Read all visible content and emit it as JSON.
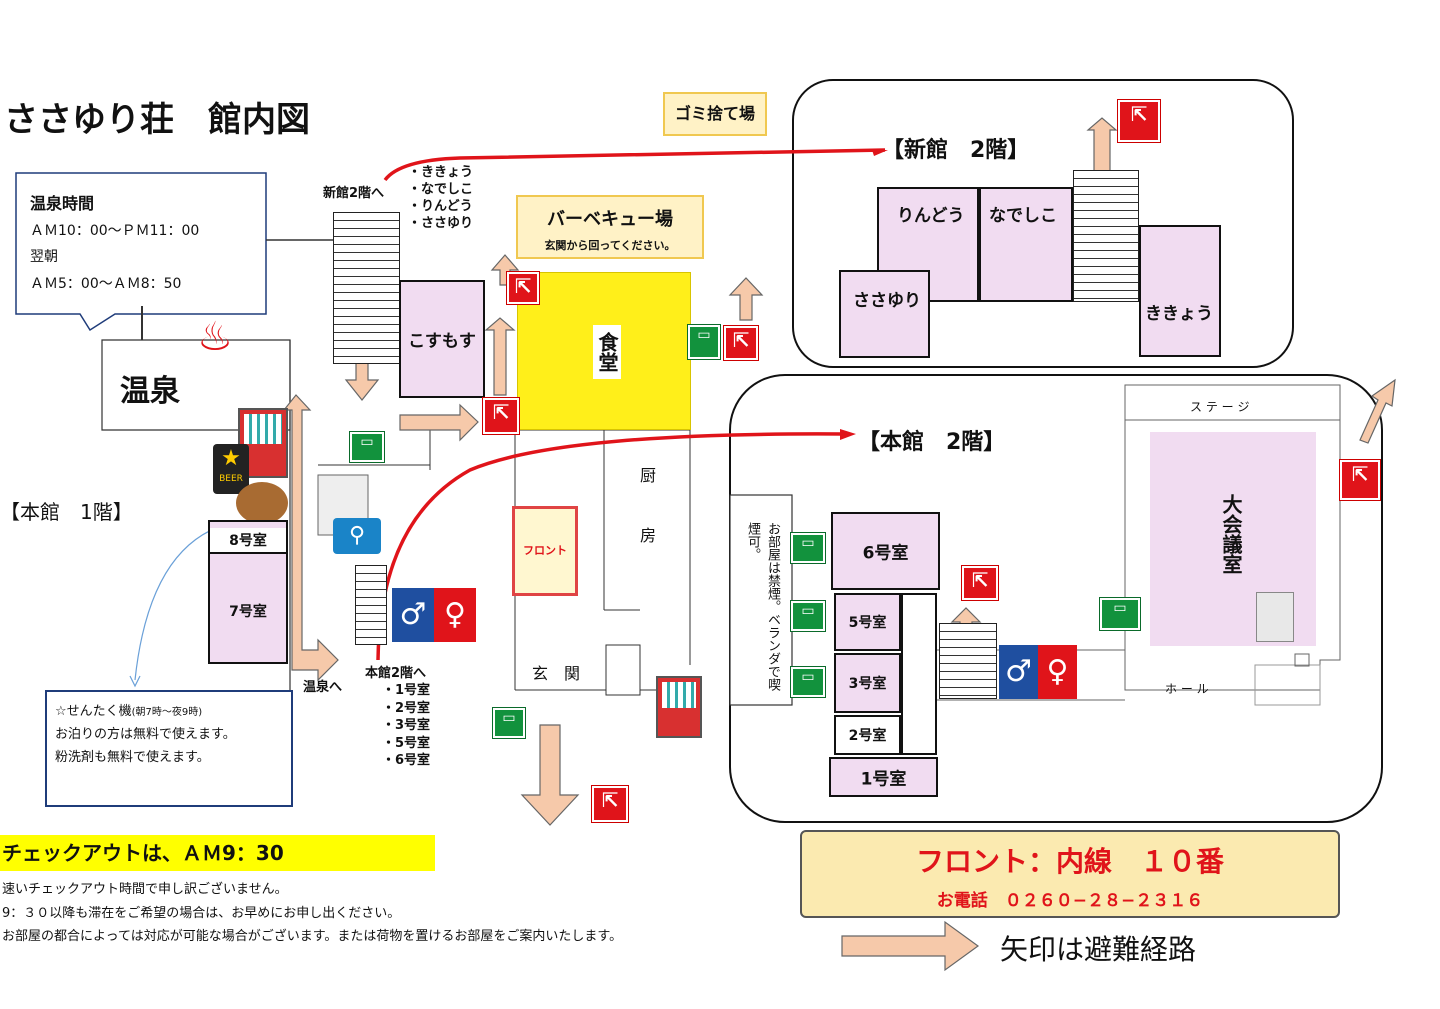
{
  "title": "ささゆり荘　館内図",
  "garbage": "ゴミ捨て場",
  "hot_spring_info": {
    "heading": "温泉時間",
    "line1": "ＡＭ10：00〜ＰＭ11：00",
    "line2": "翌朝",
    "line3": "ＡＭ5：00〜ＡＭ8：50"
  },
  "floor1": {
    "label": "【本館　1階】",
    "onsen": "温泉",
    "onsen_to": "温泉へ",
    "kosumosu": "こすもす",
    "shokudo": "食堂",
    "front": "フロント",
    "kitchen1": "厨",
    "kitchen2": "房",
    "entrance": "玄　関",
    "room8": "8号室",
    "room7": "7号室",
    "bbq_title": "バーベキュー場",
    "bbq_note": "玄関から回ってください。",
    "beer": "BEER",
    "to_shinkan": "新館2階へ",
    "shinkan_rooms": [
      "・ききょう",
      "・なでしこ",
      "・りんどう",
      "・ささゆり"
    ],
    "to_honkan": "本館2階へ",
    "honkan_rooms": [
      "・1号室",
      "・2号室",
      "・3号室",
      "・5号室",
      "・6号室"
    ]
  },
  "laundry": {
    "line1": "☆せんたく機",
    "hours": "(朝7時〜夜9時)",
    "line2": "お泊りの方は無料で使えます。",
    "line3": "粉洗剤も無料で使えます。"
  },
  "checkout": {
    "banner": "チェックアウトは、ＡＭ9：30",
    "lines": [
      "速いチェックアウト時間で申し訳ございません。",
      "9：３０以降も滞在をご希望の場合は、お早めにお申し出ください。",
      "お部屋の都合によっては対応が可能な場合がございます。または荷物を置けるお部屋をご案内いたします。"
    ]
  },
  "shinkan": {
    "label": "【新館　2階】",
    "rooms": {
      "rindou": "りんどう",
      "nadeshiko": "なでしこ",
      "sasayuri": "ささゆり",
      "kikyou": "ききょう"
    }
  },
  "honkan": {
    "label": "【本館　2階】",
    "no_smoking_note": "お部屋は禁煙。ベランダで喫煙可。",
    "rooms": {
      "r6": "6号室",
      "r5": "5号室",
      "r3": "3号室",
      "r2": "2号室",
      "r1": "1号室"
    },
    "stage": "ス テ ー ジ",
    "hall": "ホ ー ル",
    "kaigi": "大会議室"
  },
  "front_box": {
    "line1": "フロント：内線　１０番",
    "line2": "お電話　０２６０−２８−２３１６"
  },
  "legend": "矢印は避難経路",
  "colors": {
    "route_red": "#e0141a",
    "evac_arrow": "#f6c9aa",
    "room_pink": "#f1dcf1",
    "dining_yellow": "#ffef1a"
  }
}
